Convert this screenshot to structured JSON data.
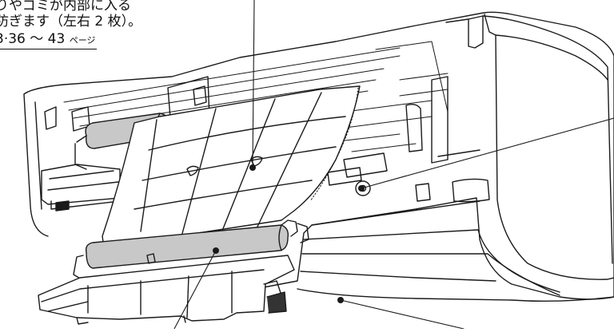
{
  "callout": {
    "line1": "りやゴミが内部に入る",
    "line2": "防ぎます（左右 2 枚）。",
    "ref_main": "3·36 ～ 43",
    "ref_unit": "ページ"
  }
}
